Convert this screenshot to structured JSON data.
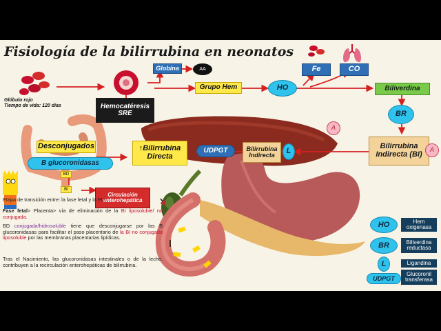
{
  "title": "Fisiología de la bilirrubina en neonatos",
  "labels": {
    "globulo": "Glóbulo rojo",
    "vida": "Tiempo de vida: 120 días",
    "hemocateresis": "Hemocatéresis",
    "sre": "SRE",
    "globina": "Globina",
    "aa": "AA",
    "grupo_hem": "Grupo Hem",
    "ho": "HO",
    "fe": "Fe",
    "co": "CO",
    "biliverdina": "Biliverdina",
    "br": "BR",
    "bili_indirecta_bi": "Bilirrubina Indirecta (BI)",
    "a": "A",
    "l": "L",
    "bili_indirecta": "Bilirrubina Indirecta",
    "udpgt": "UDPGT",
    "bili_directa": "↑Bilirrubina Directa",
    "desconjugados": "Desconjugados",
    "b_gluc": "B glucoronidasas",
    "bd": "BD",
    "bi": "BI",
    "circulacion": "Circulación enterohepática"
  },
  "text": {
    "intro": "Etapa de transición entre: la fase fetal y la EU.",
    "p1_a": "Fase fetal",
    "p1_b": "> Placenta> vía de eliminación de la ",
    "p1_c": "BI liposoluble/ no conjugada.",
    "p2_a": "BD ",
    "p2_b": "conjugada/hidrosoluble",
    "p2_c": " tiene que desconjugarse por las B glucoronidasas para facilitar el paso placentario de ",
    "p2_d": "la BI no conjugada liposoluble",
    "p2_e": " por las membranas placentarias lipídicas.",
    "p3": "Tras el Nacimiento, las glucoronidasas intestinales o de la leche, contribuyen a la recirculación enterohepáticas de bilirrubina."
  },
  "legend": [
    {
      "icon": "HO",
      "label": "Hem oxigenasa"
    },
    {
      "icon": "BR",
      "label": "Biliverdina reductasa"
    },
    {
      "icon": "L",
      "label": "Ligandina"
    },
    {
      "icon": "UDPGT",
      "label": "Glucoronil transferasa"
    }
  ],
  "colors": {
    "background": "#f7f3e6",
    "arrow": "#d62020",
    "cyan": "#2ec2ec",
    "yellow": "#ffe84a",
    "blue": "#2f6fb5"
  }
}
